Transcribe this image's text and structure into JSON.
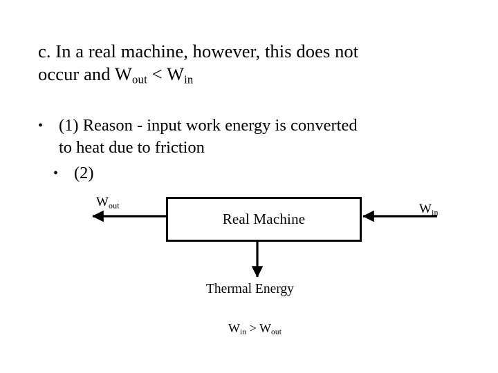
{
  "slide": {
    "background_color": "#ffffff",
    "text_color": "#000000",
    "heading": {
      "line1": "c. In a real machine, however, this does not",
      "line2_prefix": "occur and W",
      "line2_sub1": "out",
      "line2_mid": " < W",
      "line2_sub2": "in"
    },
    "bullets": [
      {
        "marker": "•",
        "line1": "(1) Reason - input work energy is converted",
        "line2": "to heat due to friction"
      },
      {
        "marker": "•",
        "line1": "(2)",
        "line2": ""
      }
    ],
    "diagram": {
      "box_label": "Real Machine",
      "left_label_base": "W",
      "left_label_sub": "out",
      "right_label_base": "W",
      "right_label_sub": "in",
      "thermal_label": "Thermal Energy",
      "formula_base1": "W",
      "formula_sub1": "in",
      "formula_op": " > W",
      "formula_sub2": "out",
      "stroke_color": "#000000",
      "fill_color": "#ffffff"
    }
  }
}
